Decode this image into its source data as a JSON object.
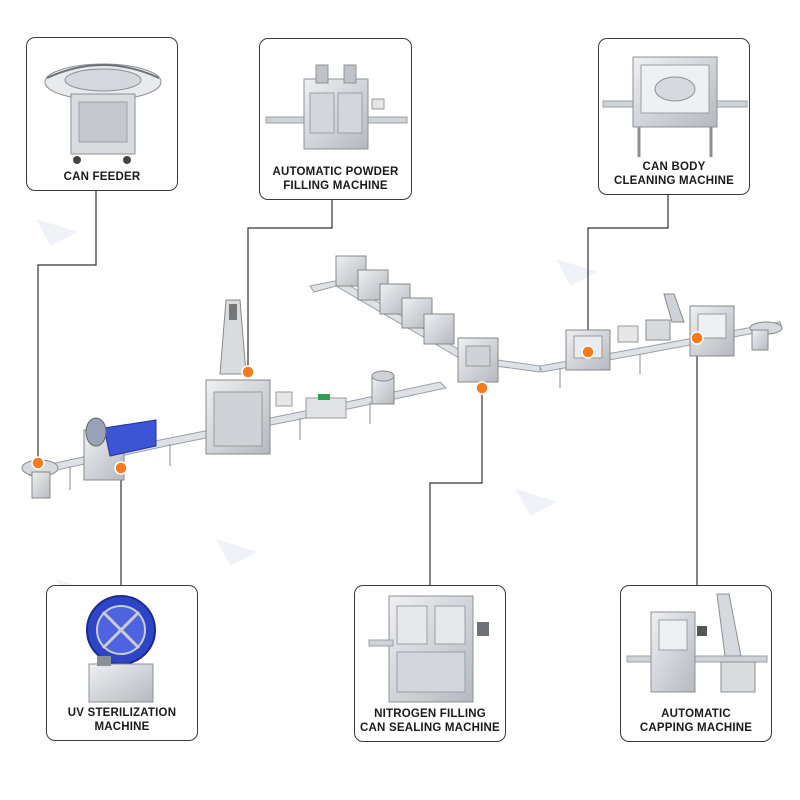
{
  "machines": [
    {
      "id": "can-feeder",
      "lines": [
        "CAN FEEDER"
      ]
    },
    {
      "id": "powder-filling",
      "lines": [
        "AUTOMATIC POWDER",
        "FILLING MACHINE"
      ]
    },
    {
      "id": "can-body-cleaning",
      "lines": [
        "CAN BODY",
        "CLEANING MACHINE"
      ]
    },
    {
      "id": "uv-sterilization",
      "lines": [
        "UV STERILIZATION",
        "MACHINE"
      ]
    },
    {
      "id": "nitrogen-sealing",
      "lines": [
        "NITROGEN FILLING",
        "CAN SEALING MACHINE"
      ]
    },
    {
      "id": "automatic-capping",
      "lines": [
        "AUTOMATIC",
        "CAPPING MACHINE"
      ]
    }
  ],
  "colors": {
    "marker": "#f47b20",
    "steel": "#c9ccd1",
    "steel_dark": "#8c9096",
    "uv_blue": "#2f45c8",
    "leader_line": "#333333",
    "watermark": "#e3e8f2"
  },
  "icons": {
    "marker": "orange-dot-marker",
    "watermark": "brand-watermark-logo"
  }
}
